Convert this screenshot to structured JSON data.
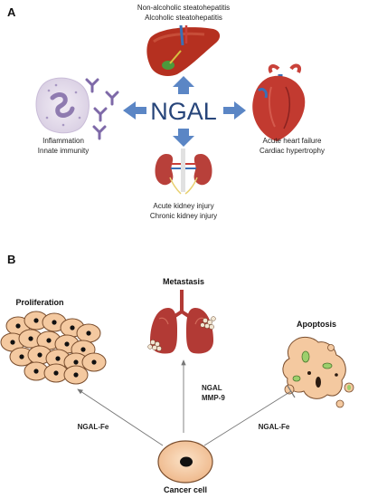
{
  "panel_a": {
    "label": "A",
    "center": "NGAL",
    "liver": {
      "line1": "Non-alcoholic steatohepatitis",
      "line2": "Alcoholic steatohepatitis"
    },
    "immune": {
      "line1": "Inflammation",
      "line2": "Innate immunity"
    },
    "heart": {
      "line1": "Acute heart failure",
      "line2": "Cardiac hypertrophy"
    },
    "kidney": {
      "line1": "Acute kidney injury",
      "line2": "Chronic kidney injury"
    }
  },
  "panel_b": {
    "label": "B",
    "metastasis": "Metastasis",
    "proliferation": "Proliferation",
    "apoptosis": "Apoptosis",
    "middle_arrow": {
      "line1": "NGAL",
      "line2": "MMP-9"
    },
    "left_arrow": "NGAL-Fe",
    "right_arrow": "NGAL-Fe",
    "cancer_cell": "Cancer cell"
  },
  "colors": {
    "arrow_blue": "#5b86c5",
    "ngal_text": "#27457a",
    "liver": "#b53020",
    "kidney": "#b8403a",
    "lung": "#b23a35",
    "cell_fill": "#f4c9a0",
    "cell_stroke": "#7a4e2e"
  }
}
